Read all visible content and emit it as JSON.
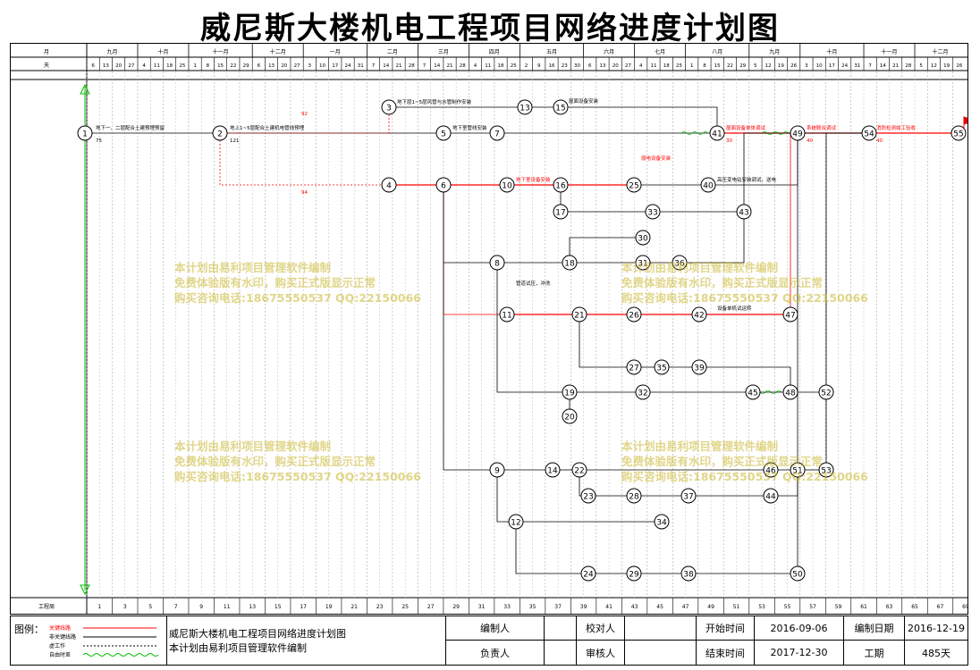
{
  "title": "威尼斯大楼机电工程项目网络进度计划图",
  "header": {
    "month_label": "月",
    "day_label": "天",
    "months": [
      "九月",
      "十月",
      "十一月",
      "十二月",
      "一月",
      "二月",
      "三月",
      "四月",
      "五月",
      "六月",
      "七月",
      "八月",
      "九月",
      "十月",
      "十一月",
      "十二月"
    ],
    "days": [
      "6",
      "13",
      "20",
      "27",
      "4",
      "11",
      "18",
      "25",
      "1",
      "8",
      "15",
      "22",
      "29",
      "6",
      "13",
      "20",
      "27",
      "3",
      "10",
      "17",
      "24",
      "31",
      "7",
      "14",
      "21",
      "28",
      "7",
      "14",
      "21",
      "28",
      "4",
      "11",
      "18",
      "25",
      "2",
      "9",
      "16",
      "23",
      "30",
      "6",
      "13",
      "20",
      "27",
      "4",
      "11",
      "18",
      "25",
      "1",
      "8",
      "15",
      "22",
      "29",
      "5",
      "12",
      "19",
      "26",
      "3",
      "10",
      "17",
      "24",
      "31",
      "7",
      "14",
      "21",
      "28",
      "5",
      "12",
      "19",
      "26"
    ],
    "week_label": "工程周",
    "weeks": [
      "1",
      "3",
      "5",
      "7",
      "9",
      "11",
      "13",
      "15",
      "17",
      "19",
      "21",
      "23",
      "25",
      "27",
      "29",
      "31",
      "33",
      "35",
      "37",
      "39",
      "41",
      "43",
      "45",
      "47",
      "49",
      "51",
      "53",
      "55",
      "57",
      "59",
      "61",
      "63",
      "65",
      "67",
      "69"
    ]
  },
  "nodes": [
    "1",
    "2",
    "3",
    "4",
    "5",
    "6",
    "7",
    "8",
    "9",
    "10",
    "11",
    "12",
    "13",
    "14",
    "15",
    "16",
    "17",
    "18",
    "19",
    "20",
    "21",
    "22",
    "23",
    "24",
    "25",
    "26",
    "27",
    "28",
    "29",
    "30",
    "31",
    "32",
    "33",
    "34",
    "35",
    "36",
    "37",
    "38",
    "39",
    "40",
    "41",
    "42",
    "43",
    "44",
    "45",
    "46",
    "47",
    "48",
    "49",
    "50",
    "51",
    "52",
    "53",
    "54",
    "55"
  ],
  "activities": {
    "a1": "地下一、二层配合土建预埋预留",
    "d1": "75",
    "a2": "地上1~5层配合土建机电管线预埋",
    "d2": "121",
    "f1": "92",
    "f2": "94",
    "a3": "地下层1~5层风管与水管制作安装",
    "a4": "地下室管线安装",
    "a10": "地下室设备安装",
    "a15": "屋面设备安装",
    "a41": "屋面设备单体调试",
    "d41": "30",
    "a48": "系统联合调试",
    "d48": "40",
    "a54": "消防检测竣工验收",
    "d54": "40",
    "a40": "高压变电站安装调试，送电",
    "a39": "弱电设备安装",
    "a8": "管道试压，冲洗",
    "a36": "设备单机试运转"
  },
  "watermark": {
    "line1": "本计划由易利项目管理软件编制",
    "line2": "免费体验版有水印，购买正式版显示正常",
    "line3": "购买咨询电话:18675550537 QQ:22150066"
  },
  "legend": {
    "label": "图例：",
    "items": [
      "关键线路",
      "非关键线路",
      "虚工作",
      "自由时差"
    ]
  },
  "footer": {
    "project_name": "威尼斯大楼机电工程项目网络进度计划图",
    "software": "本计划由易利项目管理软件编制",
    "compiler_label": "编制人",
    "checker_label": "校对人",
    "leader_label": "负责人",
    "reviewer_label": "审核人",
    "start_label": "开始时间",
    "start_value": "2016-09-06",
    "end_label": "结束时间",
    "end_value": "2017-12-30",
    "date_label": "编制日期",
    "date_value": "2016-12-19",
    "duration_label": "工期",
    "duration_value": "485天"
  },
  "colors": {
    "critical": "#ff0000",
    "normal": "#000000",
    "free_float": "#00c000",
    "watermark": "#c8b428"
  }
}
